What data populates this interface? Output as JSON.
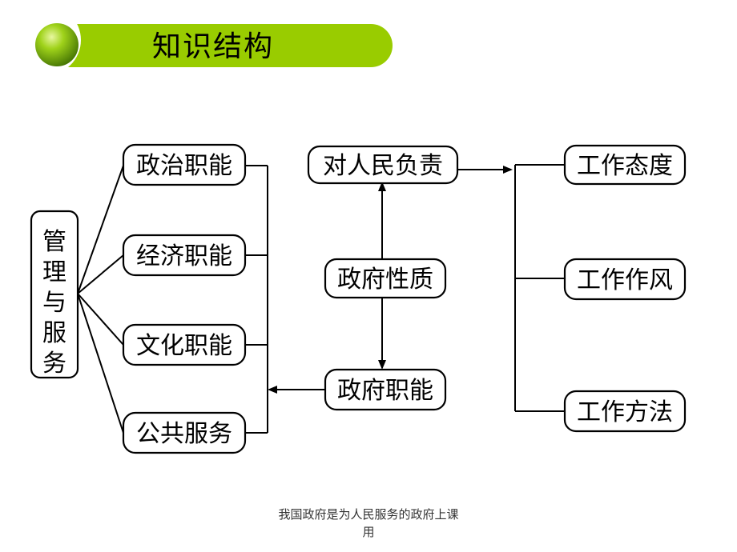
{
  "title": "知识结构",
  "diagram": {
    "root": "管理与服务",
    "functions": [
      "政治职能",
      "经济职能",
      "文化职能",
      "公共服务"
    ],
    "responsibility": "对人民负责",
    "nature": "政府性质",
    "gov_functions": "政府职能",
    "work": [
      "工作态度",
      "工作作风",
      "工作方法"
    ]
  },
  "footer": {
    "line1": "我国政府是为人民服务的政府上课",
    "line2": "用"
  }
}
